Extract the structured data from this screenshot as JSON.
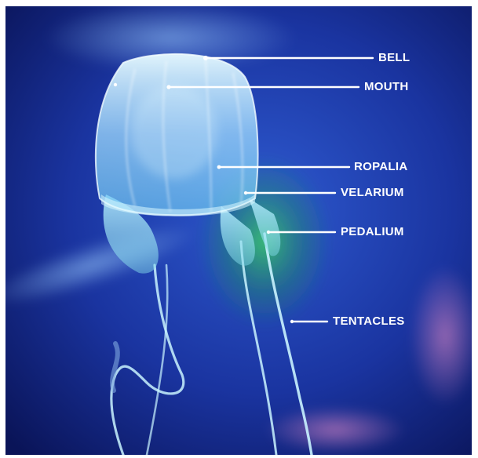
{
  "image": {
    "subject": "box jellyfish anatomy",
    "colors": {
      "background_deep": "#0f1f6e",
      "background_mid": "#2a50c4",
      "glow_green": "#3fe05a",
      "jelly_body": "#aee8ff",
      "label_color": "#ffffff"
    }
  },
  "annotations": [
    {
      "id": "bell",
      "text": "BELL"
    },
    {
      "id": "mouth",
      "text": "MOUTH"
    },
    {
      "id": "ropalia",
      "text": "ROPALIA"
    },
    {
      "id": "velarium",
      "text": "VELARIUM"
    },
    {
      "id": "pedalium",
      "text": "PEDALIUM"
    },
    {
      "id": "tentacles",
      "text": "TENTACLES"
    }
  ]
}
